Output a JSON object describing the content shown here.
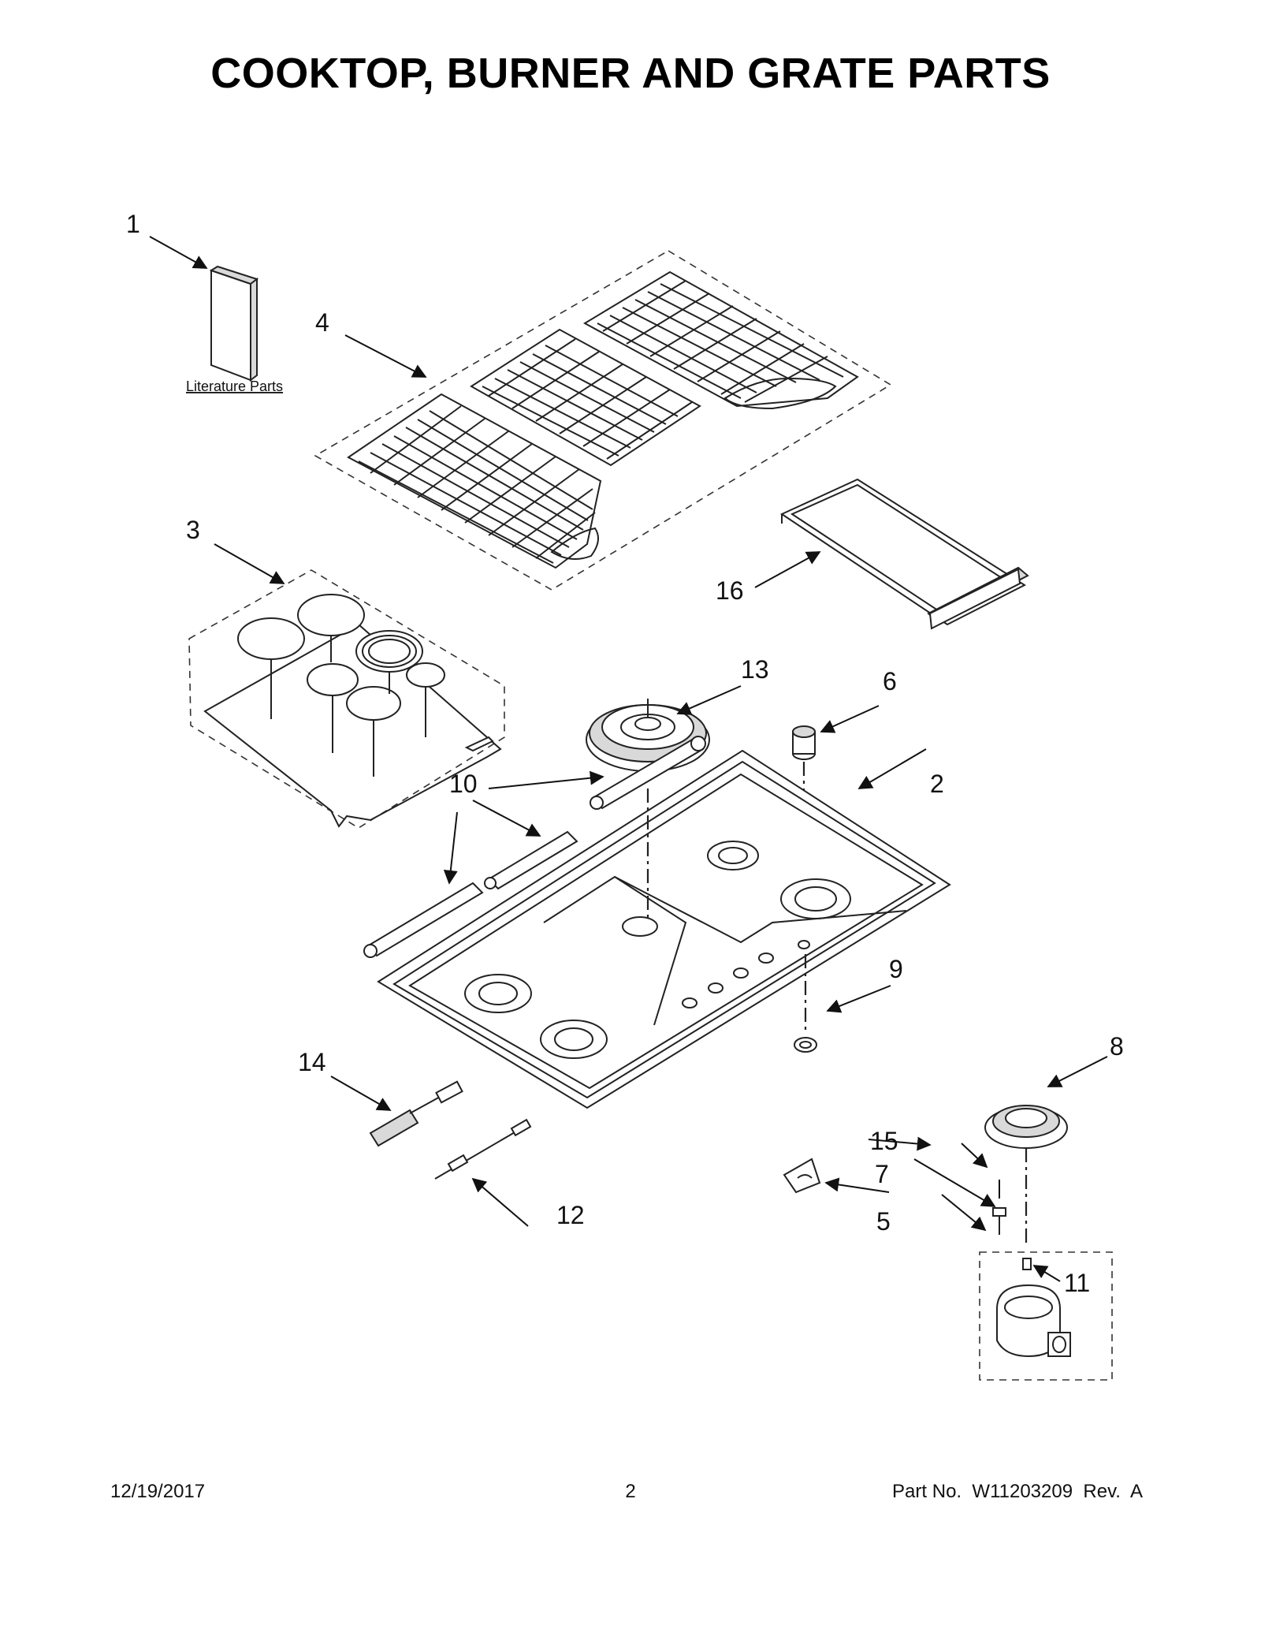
{
  "title": "COOKTOP, BURNER AND GRATE PARTS",
  "literature_label": "Literature Parts",
  "callouts": [
    "1",
    "2",
    "3",
    "4",
    "5",
    "6",
    "7",
    "8",
    "9",
    "10",
    "11",
    "12",
    "13",
    "14",
    "15",
    "16"
  ],
  "footer": {
    "date": "12/19/2017",
    "page": "2",
    "part_no": "Part No.  W11203209  Rev.  A"
  }
}
